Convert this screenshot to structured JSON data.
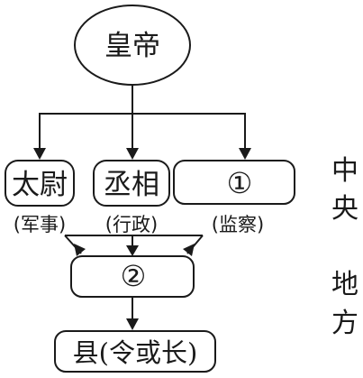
{
  "nodes": {
    "emperor": "皇帝",
    "taiwei": "太尉",
    "taiwei_role": "(军事)",
    "chengxiang": "丞相",
    "chengxiang_role": "(行政)",
    "blank1": "①",
    "blank1_role": "(监察)",
    "blank2": "②",
    "county": "县(令或长)"
  },
  "side_labels": {
    "central": [
      "中",
      "央"
    ],
    "local": [
      "地",
      "方"
    ]
  }
}
